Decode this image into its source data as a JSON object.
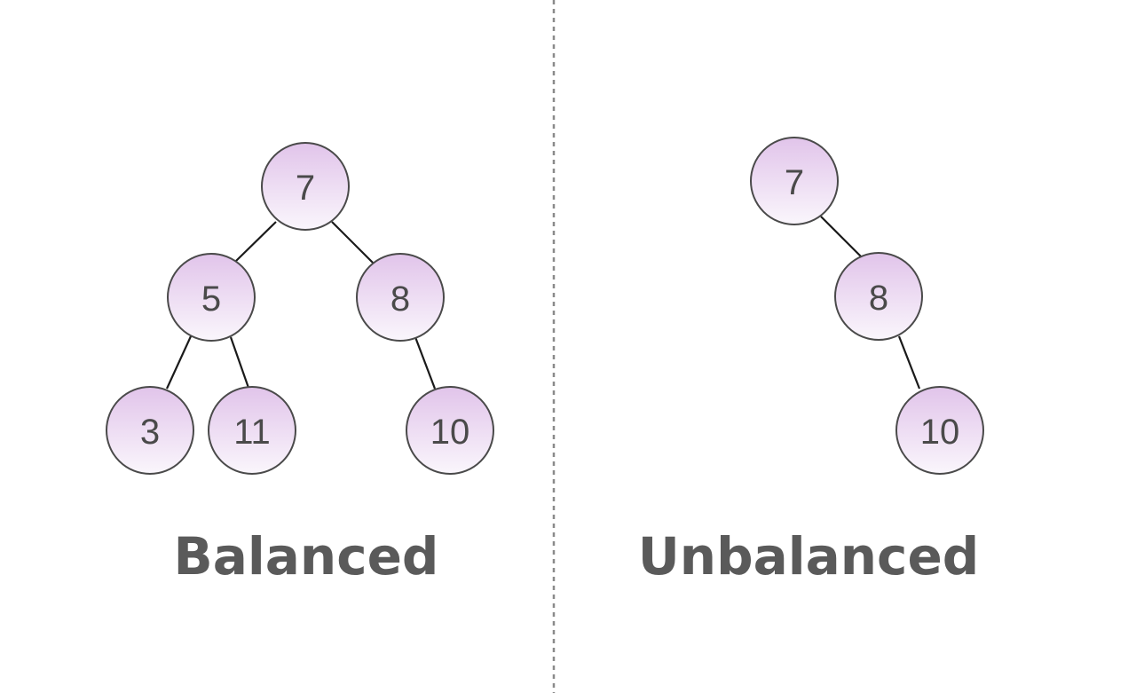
{
  "colors": {
    "background": "#ffffff",
    "node_fill_top": "#e1c4ea",
    "node_fill_bottom": "#faf6fc",
    "node_stroke": "#4a4a4a",
    "edge": "#1a1a1a",
    "divider": "#8a8a8a",
    "text": "#4a4a4a",
    "caption": "#5a5a5a"
  },
  "balanced": {
    "caption": "Balanced",
    "nodes": {
      "root": "7",
      "left": "5",
      "right": "8",
      "left_left": "3",
      "left_right": "11",
      "right_right": "10"
    }
  },
  "unbalanced": {
    "caption": "Unbalanced",
    "nodes": {
      "root": "7",
      "right": "8",
      "right_right": "10"
    }
  }
}
